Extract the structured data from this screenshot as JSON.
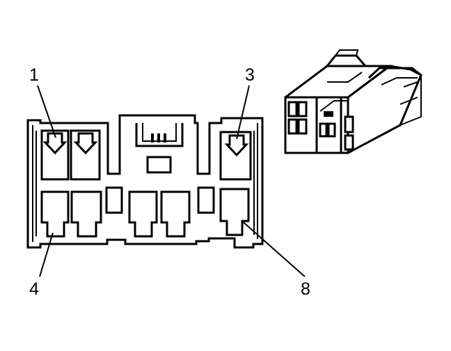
{
  "pin_labels": {
    "pin1": "1",
    "pin3": "3",
    "pin4": "4",
    "pin8": "8"
  },
  "colors": {
    "line": "#000000",
    "background": "#ffffff"
  }
}
